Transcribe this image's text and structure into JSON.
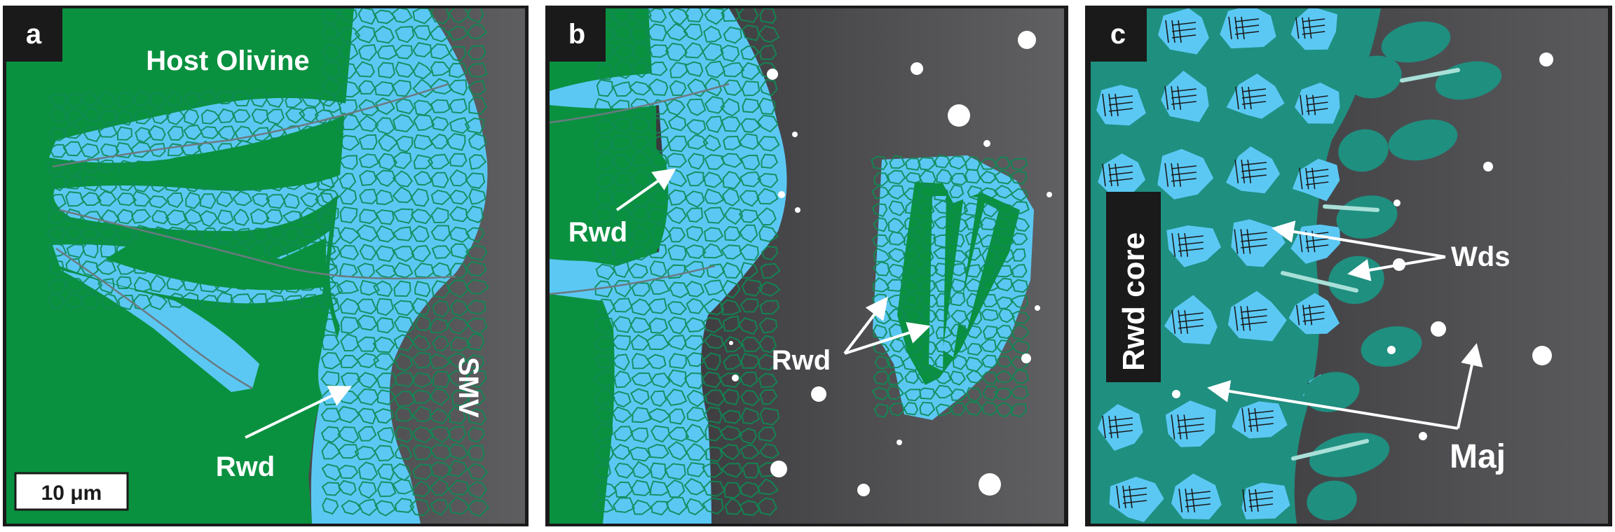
{
  "panels": {
    "a": {
      "letter": "a",
      "host_label": "Host Olivine",
      "rwd_label": "Rwd",
      "smv_label": "SMV",
      "scale_label": "10 μm"
    },
    "b": {
      "letter": "b",
      "rwd_label_1": "Rwd",
      "rwd_label_2": "Rwd"
    },
    "c": {
      "letter": "c",
      "core_label": "Rwd core",
      "wds_label": "Wds",
      "maj_label": "Maj"
    }
  },
  "colors": {
    "olivine_green": "#0a9140",
    "ringwoodite_blue": "#5bc8f4",
    "grain_edge": "#0f8a55",
    "melt_dark": "#37373a",
    "melt_light": "#5a5a5d",
    "wadsleyite_teal": "#1f8f80",
    "majorite_white": "#ffffff",
    "frame": "#1a1a1a"
  },
  "icons": {
    "arrow": "white-arrow-icon",
    "droplet": "white-circle-droplet"
  }
}
